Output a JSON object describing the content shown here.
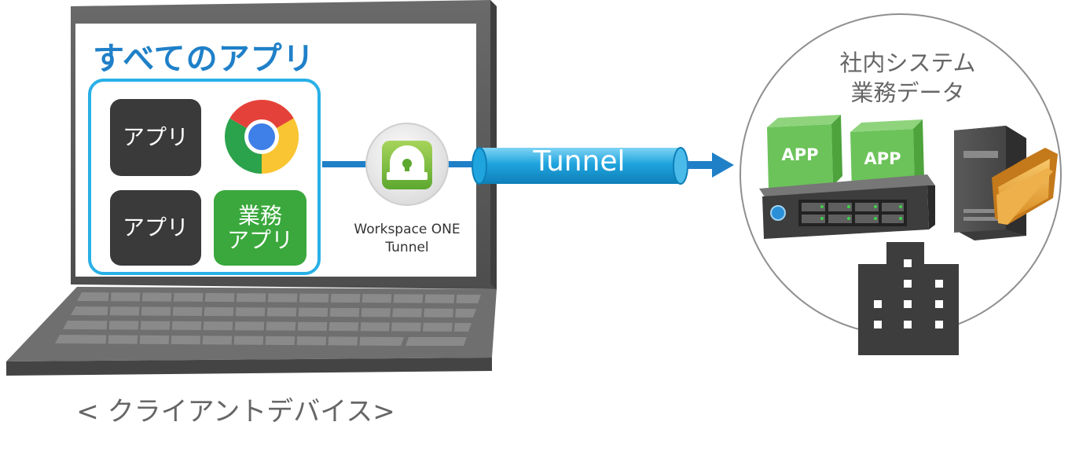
{
  "screen": {
    "title": "すべてのアプリ",
    "tiles": [
      {
        "label": "アプリ"
      },
      {
        "label": "アプリ"
      },
      {
        "label_line1": "業務",
        "label_line2": "アプリ"
      }
    ]
  },
  "connector": {
    "tunnel_label": "Tunnel",
    "workspace_label_line1": "Workspace ONE",
    "workspace_label_line2": "Tunnel"
  },
  "internal": {
    "title_line1": "社内システム",
    "title_line2": "業務データ",
    "app_boxes": [
      "APP",
      "APP"
    ]
  },
  "caption": "< クライアントデバイス>",
  "icons": [
    "chrome-icon",
    "lock-icon",
    "server-rack-icon",
    "tower-server-icon",
    "folder-icon",
    "building-icon",
    "arrow-right-icon"
  ],
  "colors": {
    "accent_blue": "#1f80c8",
    "frame_border": "#29b0e6",
    "tile_dark": "#3a3a3a",
    "tile_green": "#3aa83c",
    "tunnel_cyan": "#1fa4de",
    "app_green": "#6cc35a",
    "laptop_gray": "#5d5d5d"
  }
}
